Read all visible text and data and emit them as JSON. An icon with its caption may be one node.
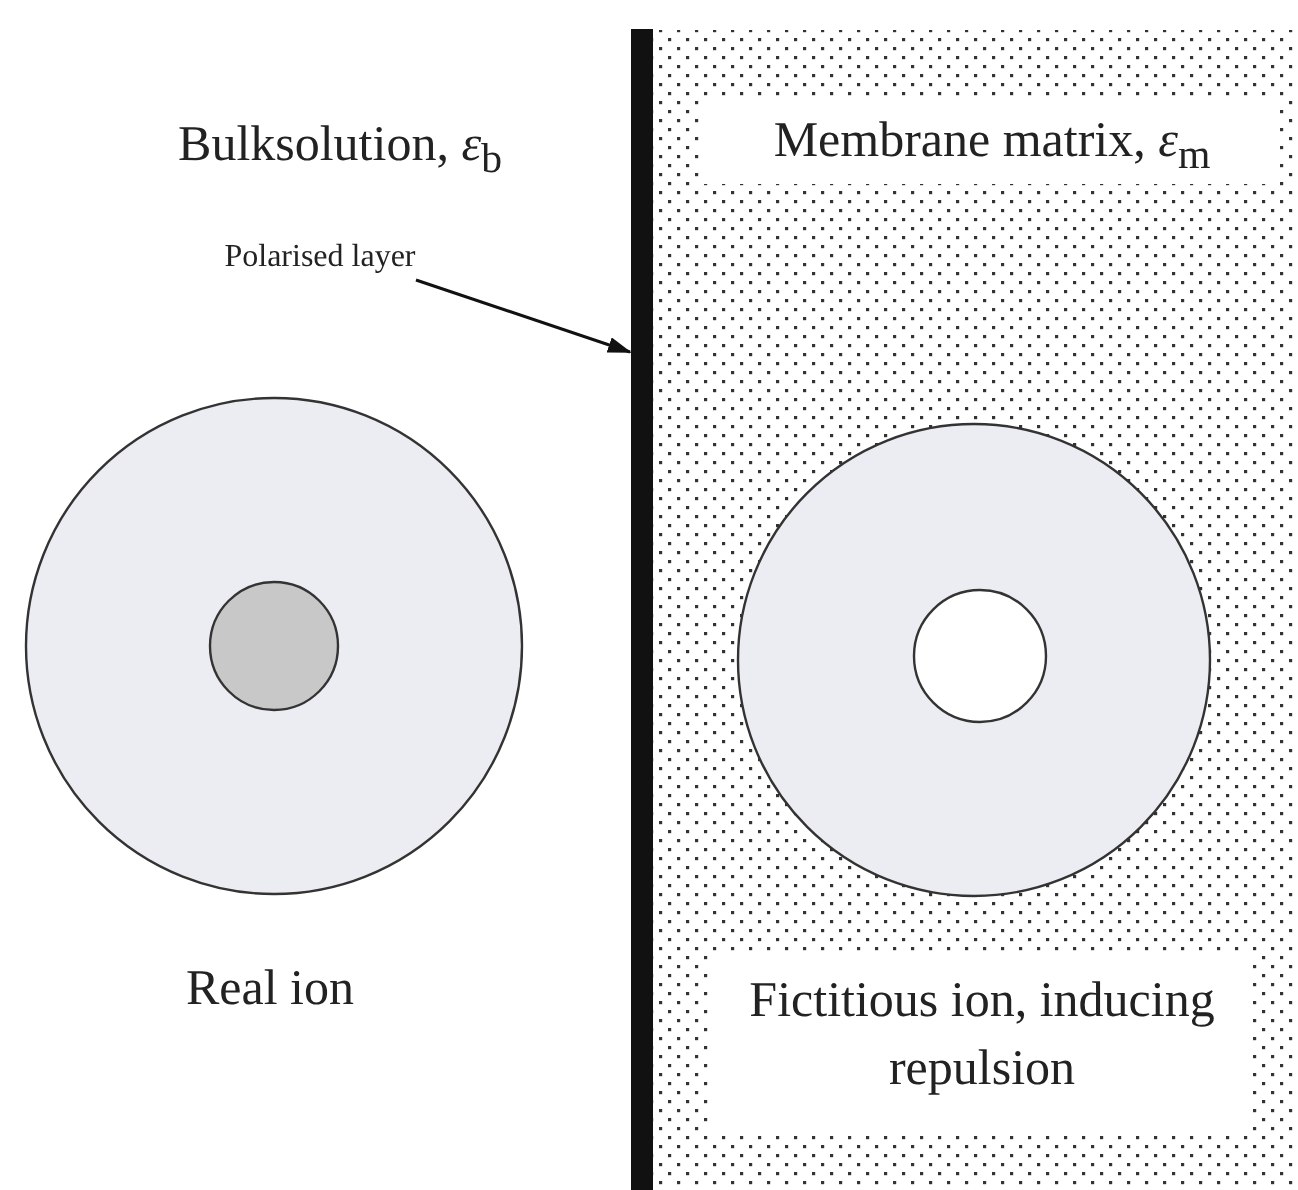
{
  "diagram": {
    "nodes": [
      {
        "text": [
          "Polarised layer"
        ]
      },
      {
        "text": [],
        "shape": "bar"
      }
    ],
    "edges": [
      {
        "from": 0,
        "to": 1,
        "arrow": "to"
      }
    ],
    "labels": [
      "Bulksolution, *ε*$_{b}$",
      "Membrane matrix, *ε*$_{m}$",
      "Real ion",
      "Fictitious ion, inducing repulsion"
    ]
  }
}
